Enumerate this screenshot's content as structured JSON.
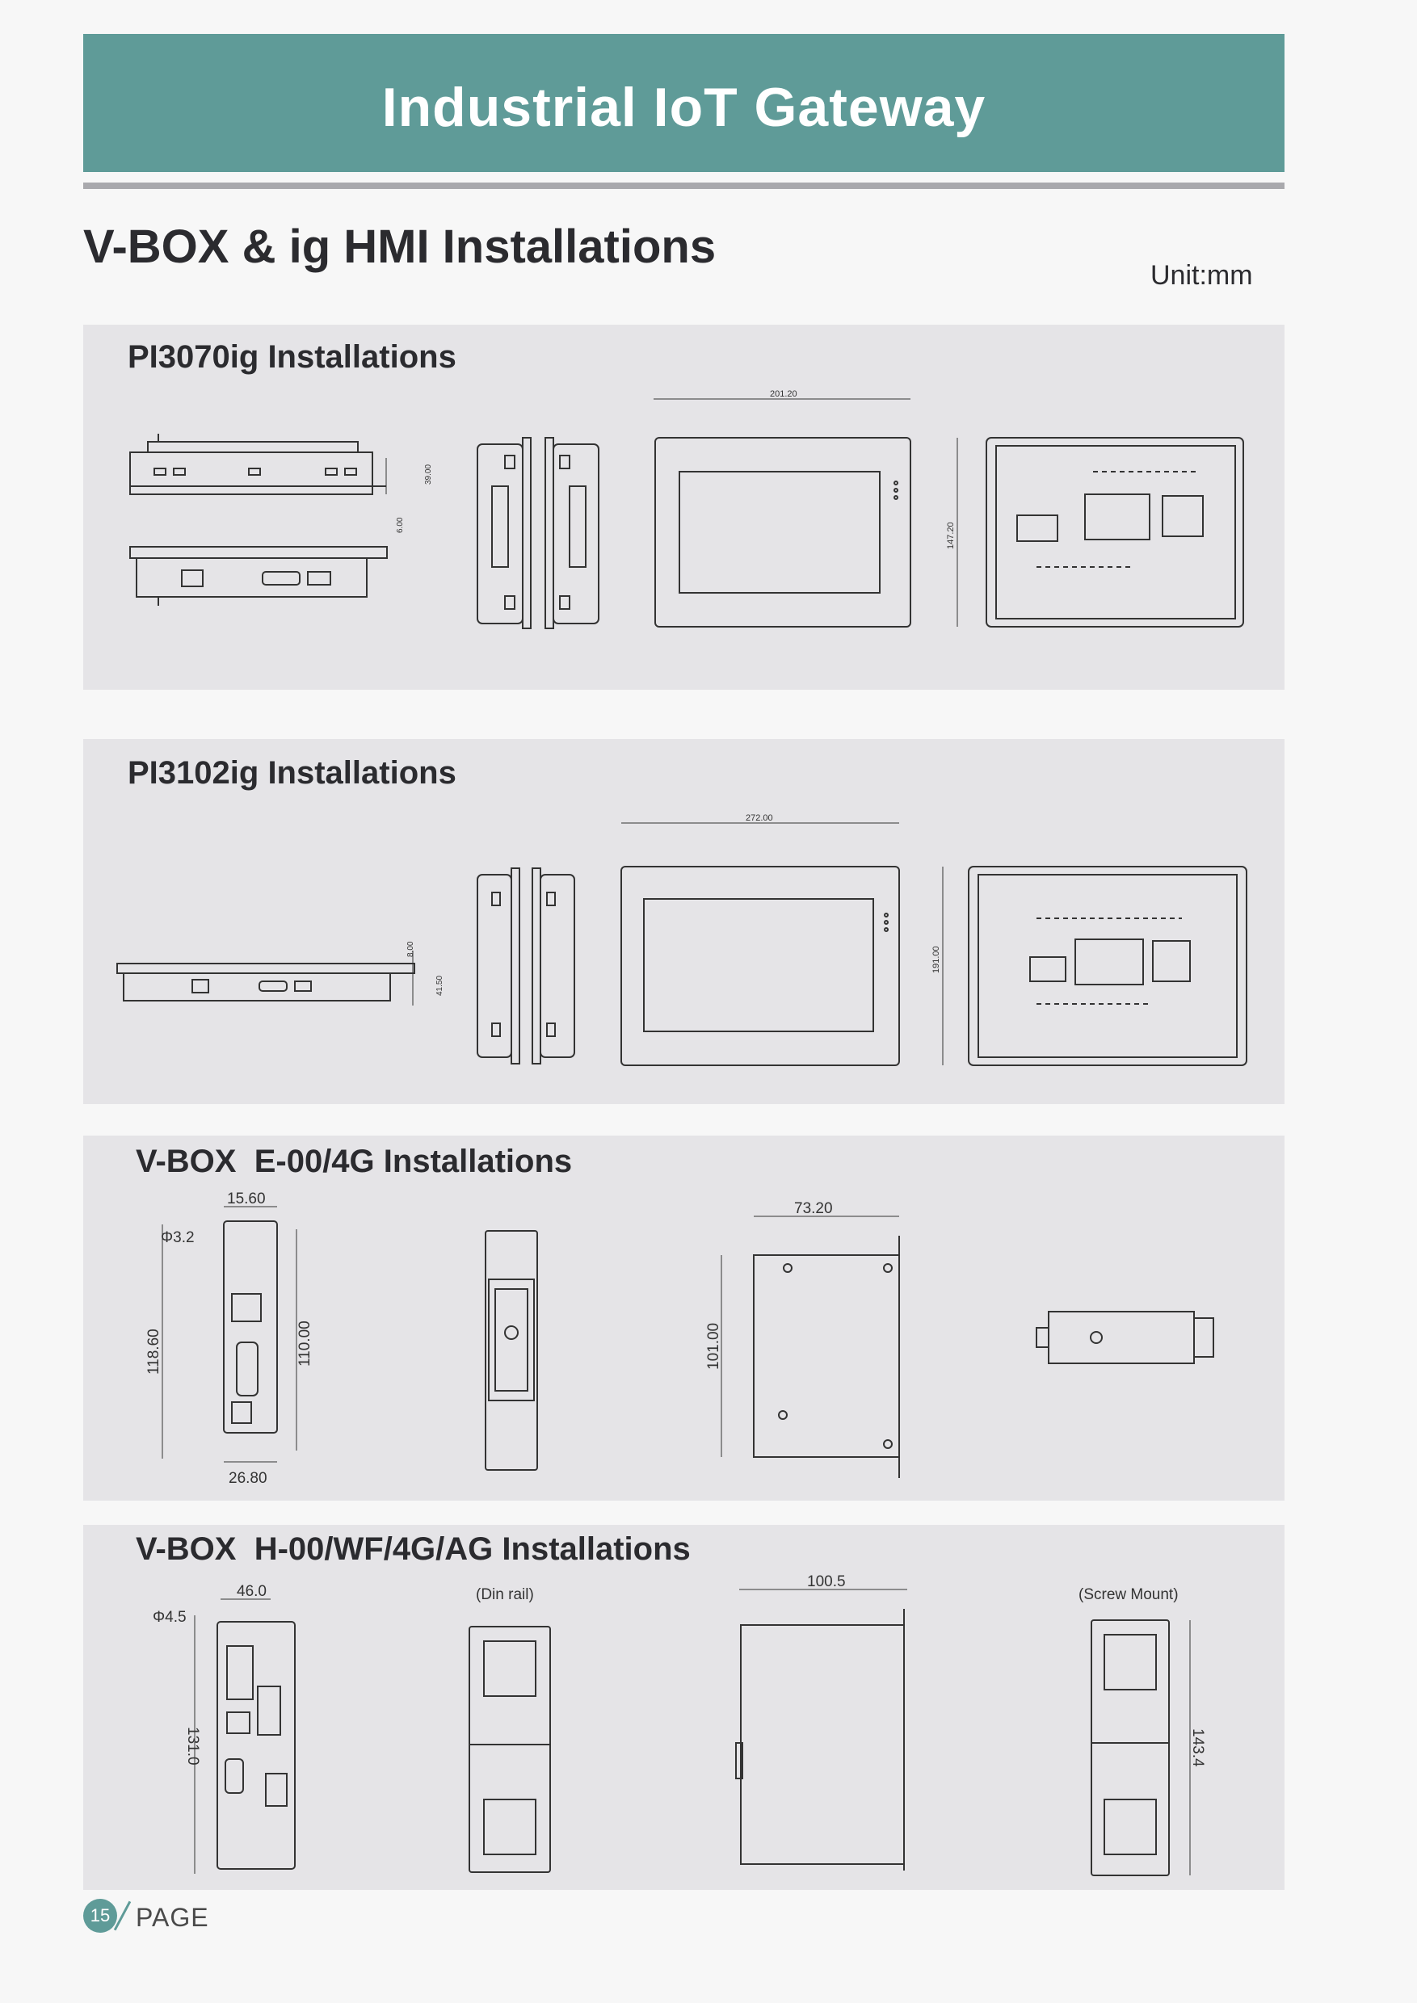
{
  "banner": {
    "title": "Industrial IoT Gateway"
  },
  "heading": "V-BOX & ig HMI Installations",
  "unit": "Unit:mm",
  "sections": [
    {
      "title": "PI3070ig Installations",
      "dims": {
        "width": "201.20",
        "height": "147.20",
        "depth1": "39.00",
        "depth2": "6.00"
      }
    },
    {
      "title": "PI3102ig Installations",
      "dims": {
        "width": "272.00",
        "height": "191.00",
        "depth1": "8.00",
        "depth2": "41.50"
      }
    },
    {
      "title": "V-BOX  E-00/4G Installations",
      "dims": {
        "top_width": "15.60",
        "hole": "Φ3.2",
        "height_outer": "118.60",
        "height_inner": "110.00",
        "bottom_width": "26.80",
        "side_width": "73.20",
        "side_height": "101.00"
      }
    },
    {
      "title": "V-BOX  H-00/WF/4G/AG Installations",
      "dims": {
        "top_width": "46.0",
        "hole": "Φ4.5",
        "height": "131.0",
        "side_width": "100.5",
        "screw_height": "143.4"
      },
      "labels": {
        "din_rail": "(Din rail)",
        "screw_mount": "(Screw Mount)"
      }
    }
  ],
  "footer": {
    "page_number": "15",
    "page_label": "PAGE"
  },
  "colors": {
    "banner": "#5f9b98",
    "panel": "#e5e4e7",
    "rule": "#a9a9ad"
  }
}
